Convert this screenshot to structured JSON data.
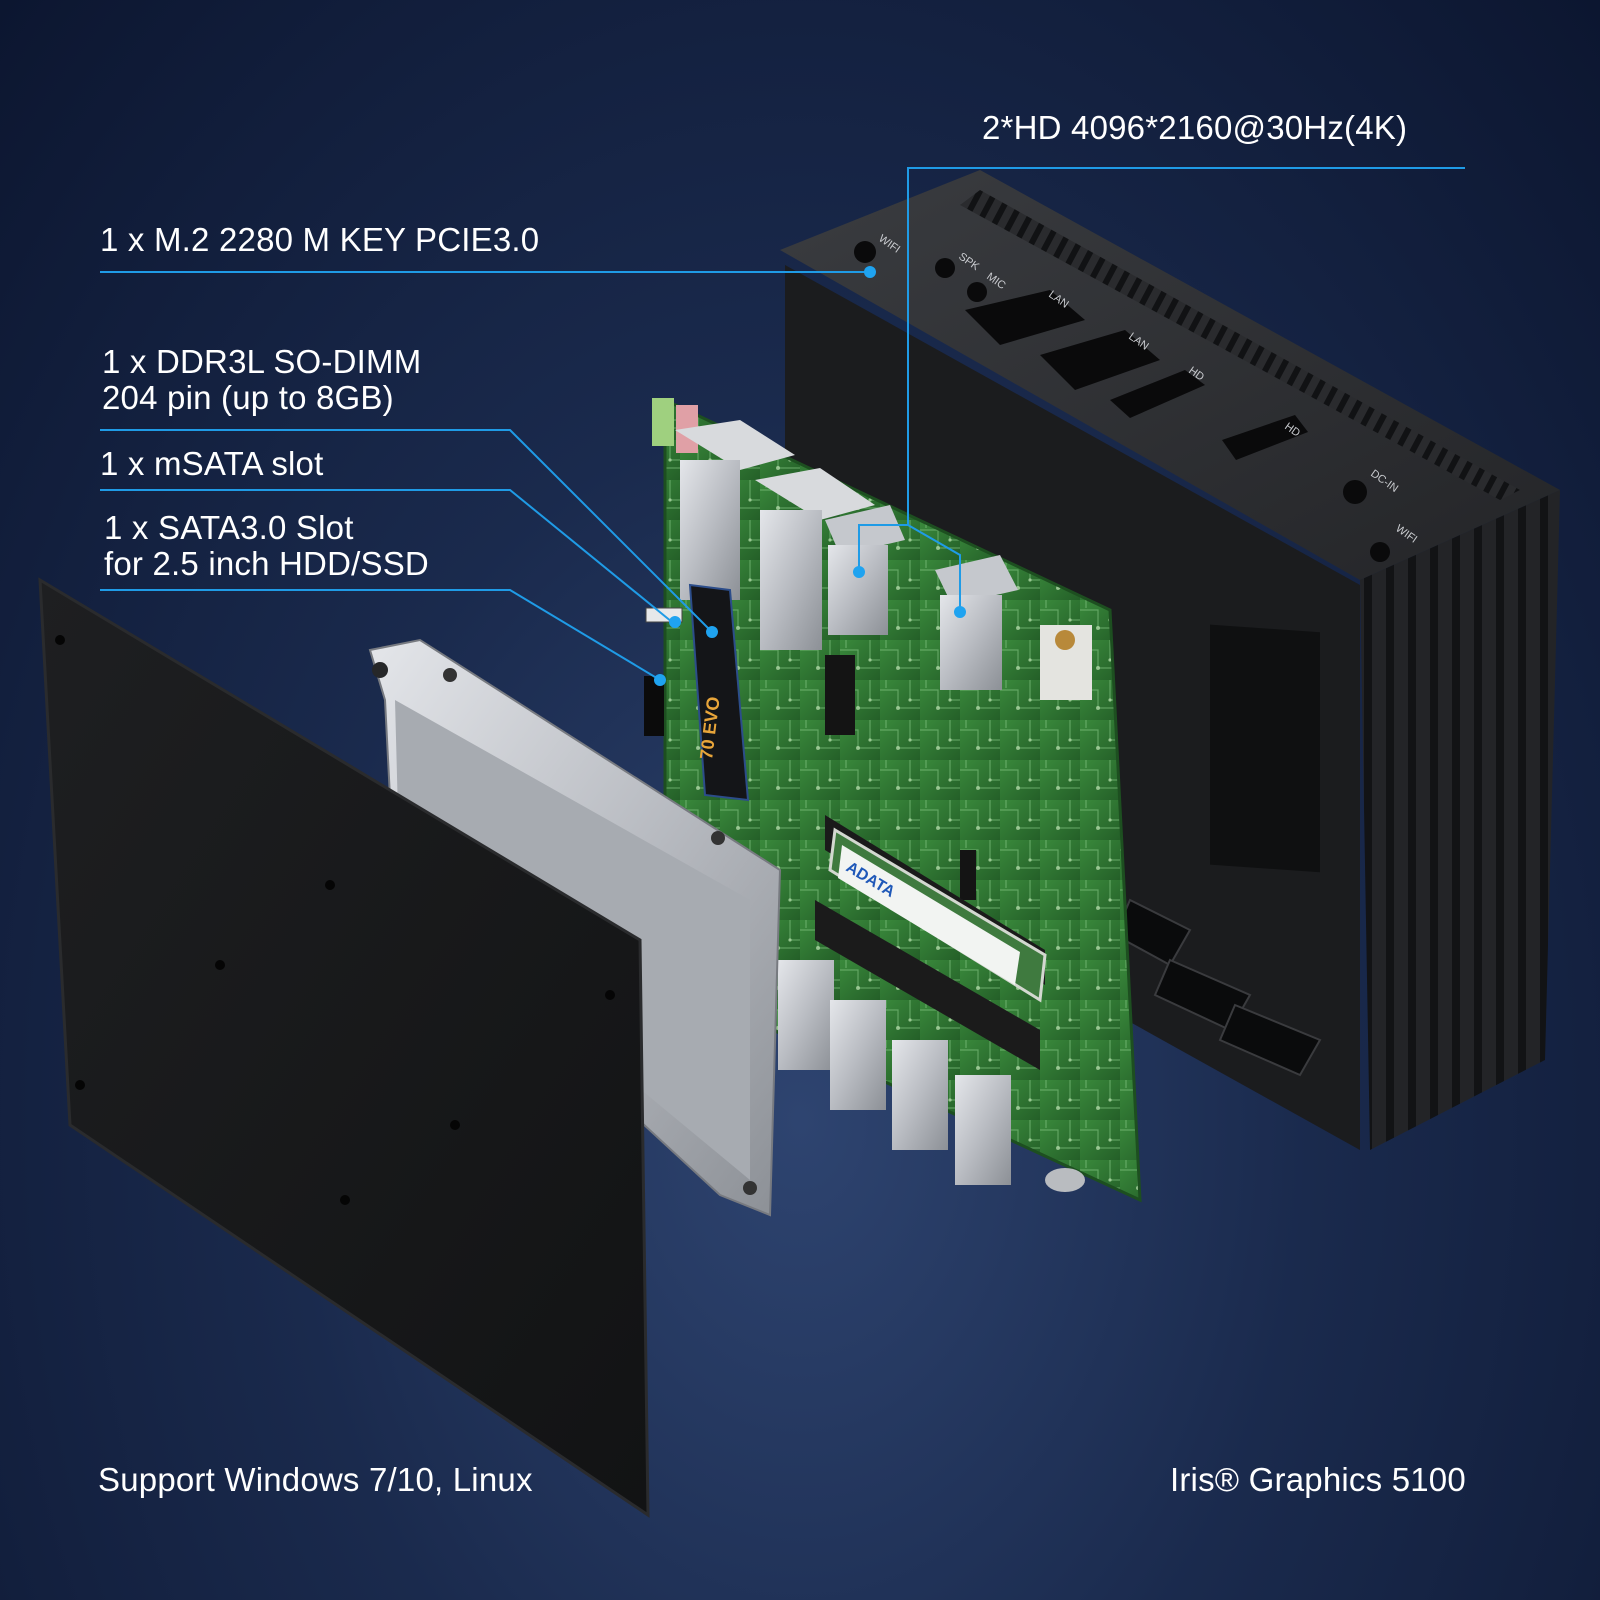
{
  "callouts": {
    "hdmi": "2*HD 4096*2160@30Hz(4K)",
    "m2": "1 x M.2 2280 M KEY PCIE3.0",
    "ddr_line1": "1 x DDR3L SO-DIMM",
    "ddr_line2": "204 pin (up to 8GB)",
    "msata": "1 x mSATA slot",
    "sata_line1": "1 x SATA3.0 Slot",
    "sata_line2": "for 2.5 inch HDD/SSD"
  },
  "footer": {
    "left": "Support Windows 7/10, Linux",
    "right": "Iris® Graphics 5100"
  },
  "case_port_labels": [
    "WIFI",
    "SPK",
    "MIC",
    "LAN",
    "LAN",
    "HD",
    "HD",
    "DC-IN",
    "WIFI"
  ],
  "components": {
    "ram_brand": "ADATA",
    "ssd_model": "70 EVO"
  },
  "colors": {
    "callout_line": "#1f9be6",
    "pcb": "#2f7a34",
    "case": "#222326",
    "background": "#1a2a4d"
  }
}
